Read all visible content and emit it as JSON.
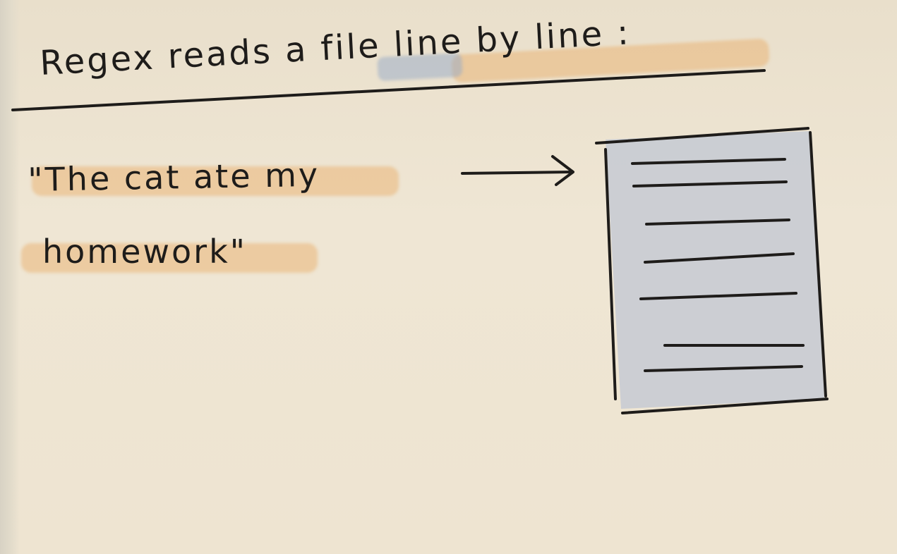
{
  "heading": "Regex reads a file line by line :",
  "quote_line1": "\"The cat ate my",
  "quote_line2": "homework\"",
  "icons": {
    "arrow": "arrow-right-icon",
    "document": "document-icon"
  },
  "colors": {
    "paper": "#eee4d1",
    "ink": "#1e1c1a",
    "highlight": "#e8aa64",
    "document_fill": "#c9ccd3"
  }
}
